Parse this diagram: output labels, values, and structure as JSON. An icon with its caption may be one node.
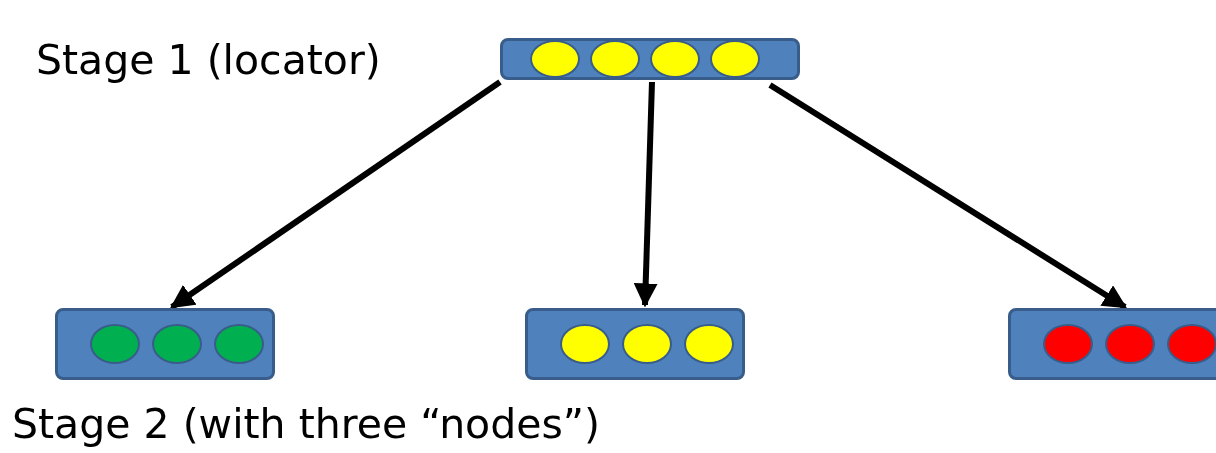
{
  "diagram": {
    "nodes": [
      {
        "text": [],
        "shape": "box"
      },
      {
        "text": [],
        "shape": "box"
      },
      {
        "text": [],
        "shape": "box"
      },
      {
        "text": [],
        "shape": "box"
      }
    ],
    "edges": [
      {
        "from": 0,
        "to": 1,
        "arrow": "to"
      },
      {
        "from": 0,
        "to": 2,
        "arrow": "to"
      },
      {
        "from": 0,
        "to": 3,
        "arrow": "to"
      }
    ],
    "labels": [
      "Stage 1 (locator)",
      "Stage 2 (with three “nodes”)"
    ]
  }
}
